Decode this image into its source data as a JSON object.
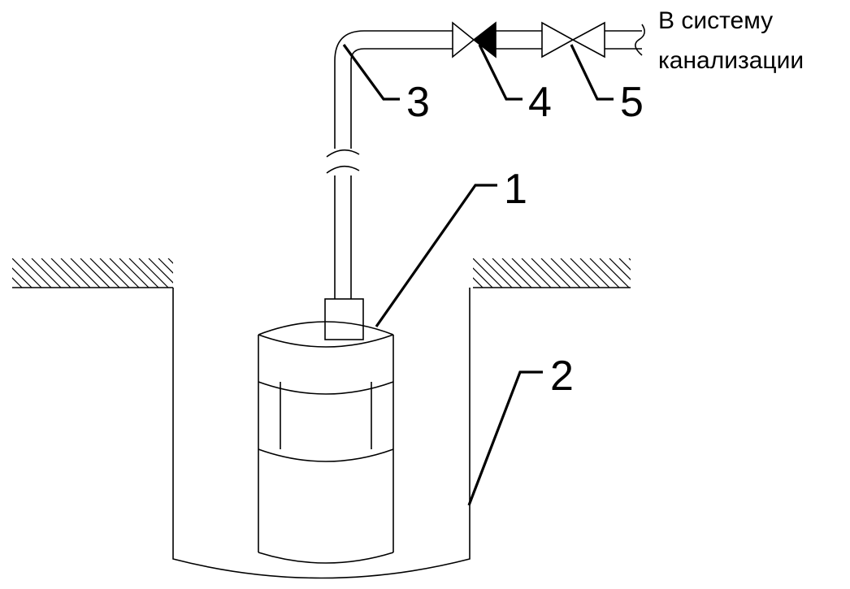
{
  "caption": {
    "line1": "В систему",
    "line2": "канализации"
  },
  "labels": {
    "pump": "1",
    "pit": "2",
    "pipe": "3",
    "check_valve": "4",
    "gate_valve": "5"
  }
}
